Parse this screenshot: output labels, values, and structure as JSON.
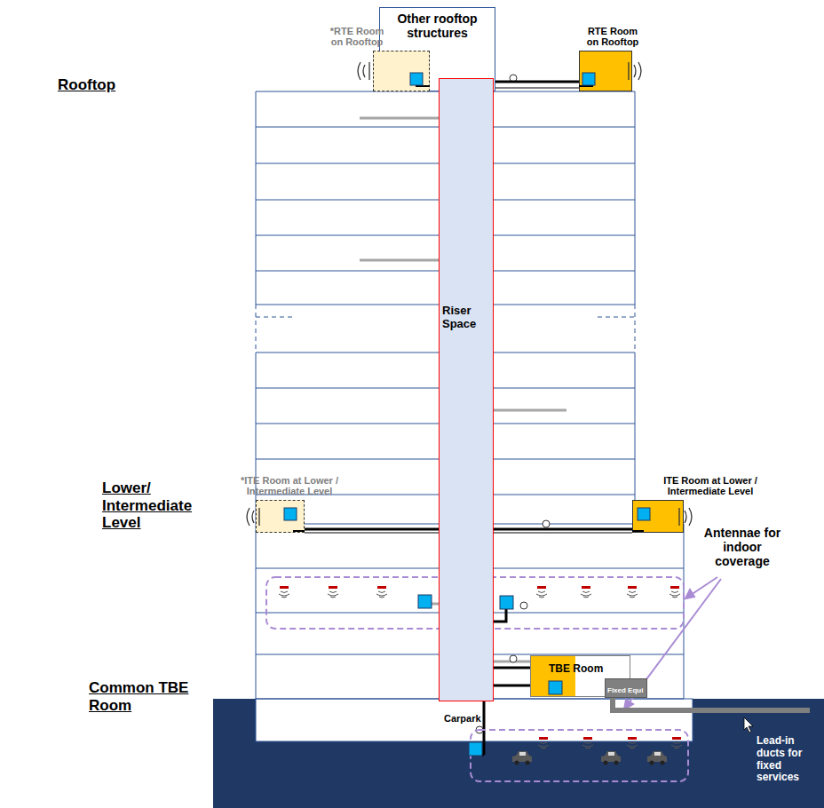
{
  "diagram": {
    "nodes": [
      {
        "text": [
          "Other rooftop structures"
        ]
      },
      {
        "text": [
          "*RTE Room on Rooftop"
        ]
      },
      {
        "text": [
          "RTE Room on Rooftop"
        ]
      },
      {
        "text": [
          "Riser Space"
        ]
      },
      {
        "text": [
          "*ITE Room at Lower / Intermediate Level"
        ]
      },
      {
        "text": [
          "ITE Room at Lower / Intermediate Level"
        ]
      },
      {
        "text": [
          "TBE Room"
        ]
      },
      {
        "text": [
          "Fixed Equi"
        ]
      }
    ],
    "edges": [
      {
        "from": 3,
        "to": 1,
        "arrow": "none"
      },
      {
        "from": 3,
        "to": 2,
        "arrow": "none"
      },
      {
        "from": 3,
        "to": 4,
        "arrow": "none"
      },
      {
        "from": 3,
        "to": 5,
        "arrow": "none"
      },
      {
        "from": 3,
        "to": 6,
        "arrow": "none"
      }
    ],
    "labels": [
      "Rooftop",
      "Lower/ Intermediate Level",
      "Common TBE Room",
      "Antennae for indoor coverage",
      "Carpark",
      "Lead-in ducts for fixed services"
    ]
  }
}
